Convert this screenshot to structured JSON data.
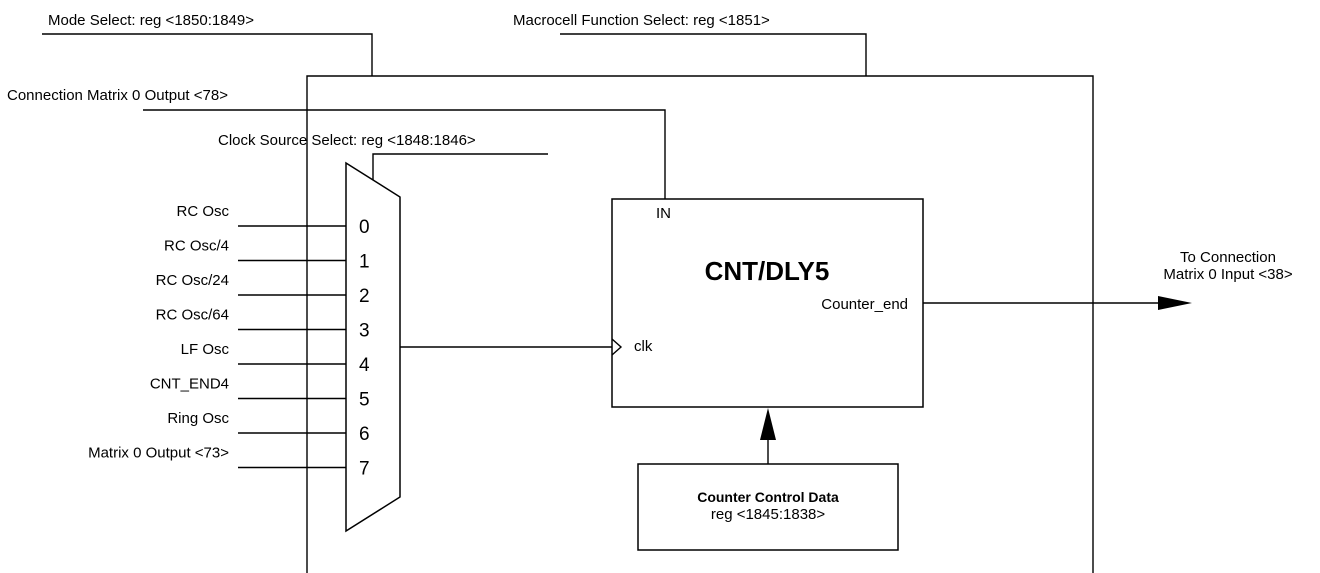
{
  "top_labels": {
    "mode_select": "Mode Select: reg <1850:1849>",
    "macrocell_select": "Macrocell Function Select: reg <1851>",
    "connection_matrix_output": "Connection Matrix 0 Output <78>",
    "clock_source_select": "Clock Source Select: reg <1848:1846>"
  },
  "mux_inputs": [
    {
      "label": "RC Osc",
      "index": "0"
    },
    {
      "label": "RC Osc/4",
      "index": "1"
    },
    {
      "label": "RC Osc/24",
      "index": "2"
    },
    {
      "label": "RC Osc/64",
      "index": "3"
    },
    {
      "label": "LF Osc",
      "index": "4"
    },
    {
      "label": "CNT_END4",
      "index": "5"
    },
    {
      "label": "Ring Osc",
      "index": "6"
    },
    {
      "label": "Matrix 0 Output <73>",
      "index": "7"
    }
  ],
  "counter_block": {
    "title": "CNT/DLY5",
    "in_pin": "IN",
    "clk_pin": "clk",
    "out_pin": "Counter_end"
  },
  "control_block": {
    "title": "Counter Control Data",
    "register": "reg <1845:1838>"
  },
  "output": {
    "line1": "To Connection",
    "line2": "Matrix 0 Input <38>"
  }
}
